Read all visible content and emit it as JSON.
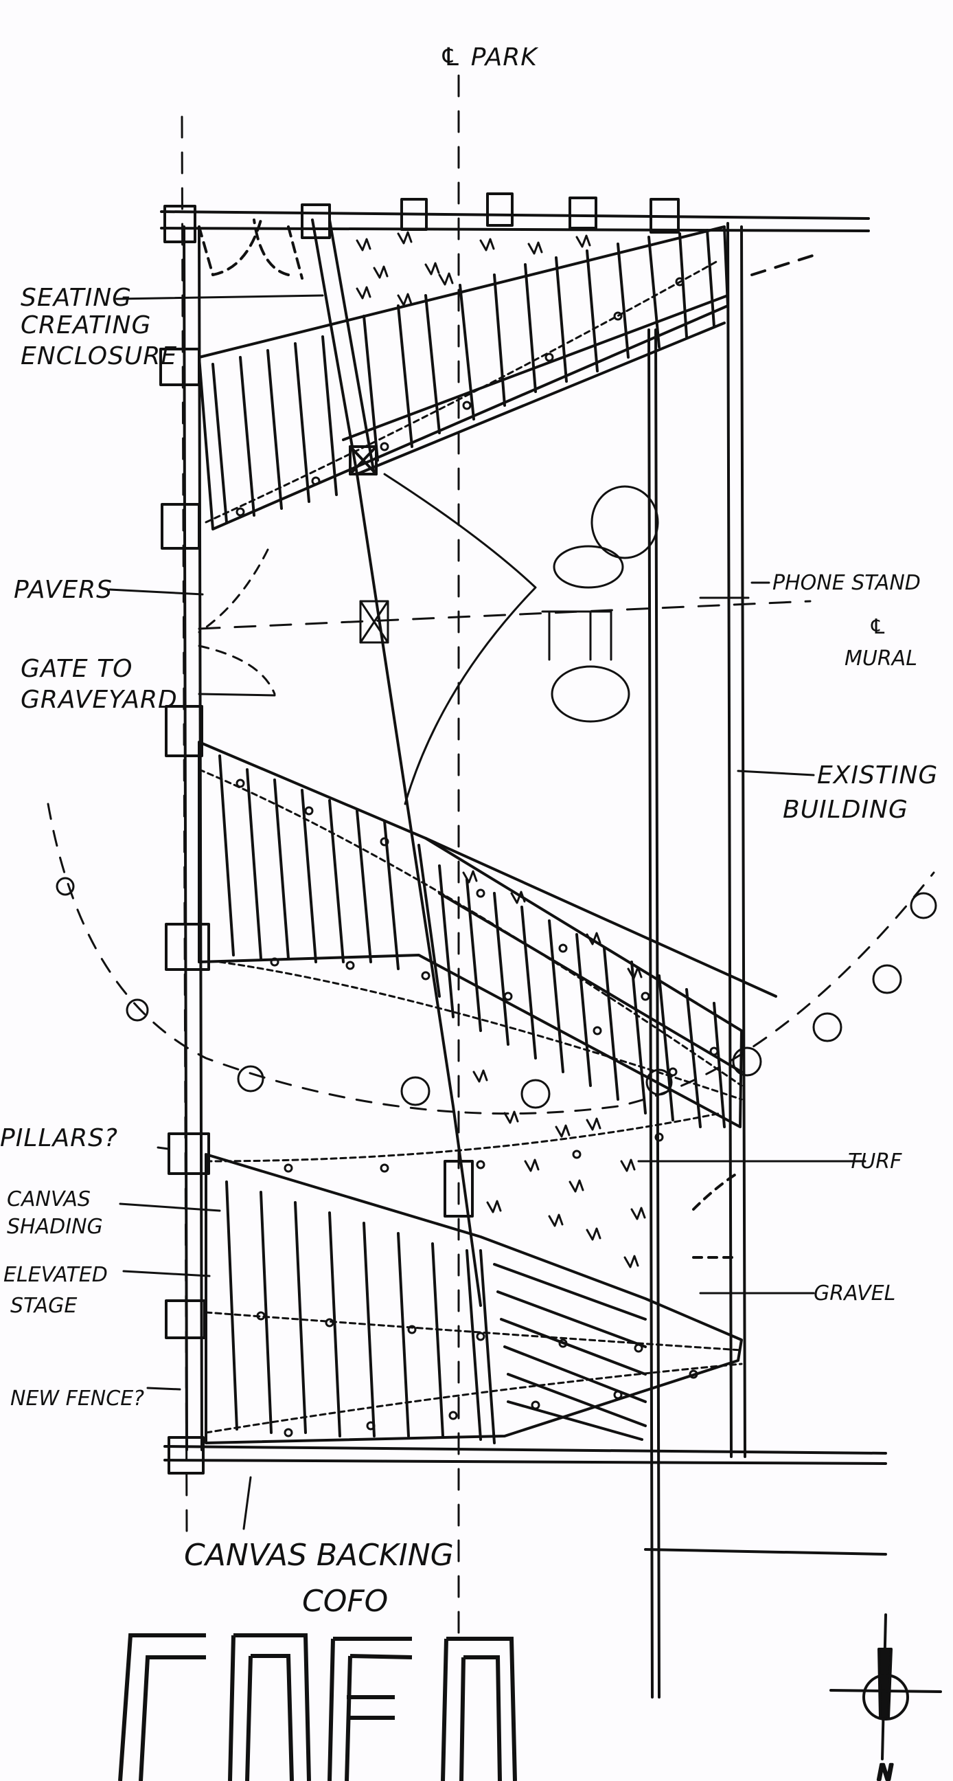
{
  "sheet": {
    "header_label": "℄ PARK",
    "brand_text": "COFO",
    "colors": {
      "ink": "#111111",
      "paper": "#fdfcfe"
    },
    "labels": {
      "seating": [
        "SEATING",
        "CREATING",
        "ENCLOSURE"
      ],
      "pavers": "PAVERS",
      "gate": [
        "GATE TO",
        "GRAVEYARD"
      ],
      "pillars": "PILLARS?",
      "canvas_shading": [
        "CANVAS",
        "SHADING"
      ],
      "stage": [
        "ELEVATED",
        "STAGE"
      ],
      "fence": "NEW FENCE?",
      "phone_stand": "PHONE STAND",
      "mural": [
        "℄",
        "MURAL"
      ],
      "existing_building": [
        "EXISTING",
        "BUILDING"
      ],
      "turf": "TURF",
      "gravel": "GRAVEL",
      "canvas_backing": "CANVAS BACKING",
      "north": "N"
    },
    "icons": {
      "plants": "grass-tuft-icon",
      "lights": "string-light-icon",
      "north": "north-arrow-icon"
    }
  }
}
